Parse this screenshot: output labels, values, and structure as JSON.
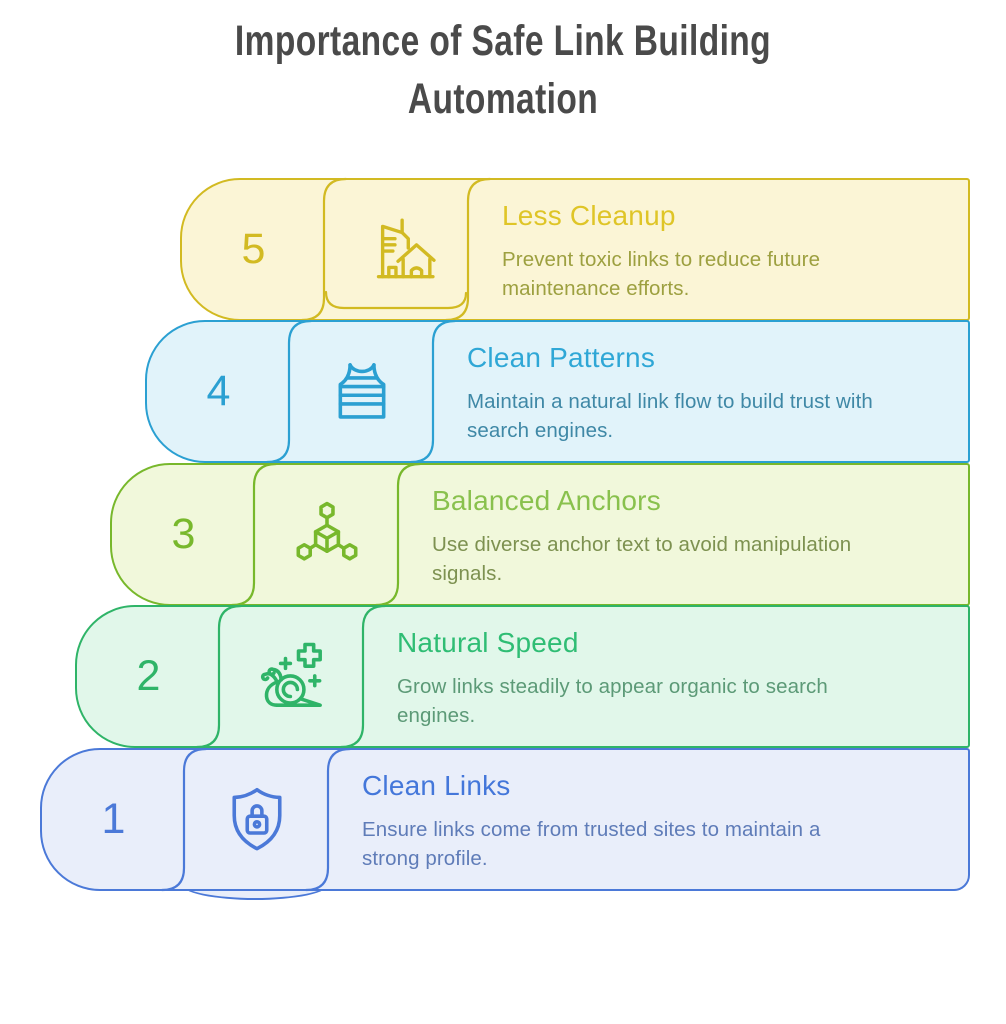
{
  "title": "Importance of Safe Link Building\nAutomation",
  "title_color": "#4a4a4a",
  "rows": [
    {
      "number": "5",
      "title": "Less Cleanup",
      "description": "Prevent toxic links to reduce future\nmaintenance efforts.",
      "icon": "city-buildings-house-icon",
      "colors": {
        "accent": "#d2ba22",
        "fill": "#fbf5d6",
        "title": "#dfc527",
        "desc": "#9da040"
      }
    },
    {
      "number": "4",
      "title": "Clean Patterns",
      "description": "Maintain a natural link flow to build trust with\nsearch engines.",
      "icon": "vest-icon",
      "colors": {
        "accent": "#2ba0d2",
        "fill": "#e1f3fa",
        "title": "#2fa7d6",
        "desc": "#3f88a6"
      }
    },
    {
      "number": "3",
      "title": "Balanced Anchors",
      "description": "Use diverse anchor text to avoid manipulation\nsignals.",
      "icon": "molecule-nodes-icon",
      "colors": {
        "accent": "#78b82c",
        "fill": "#f1f8db",
        "title": "#89c14d",
        "desc": "#7d9150"
      }
    },
    {
      "number": "2",
      "title": "Natural Speed",
      "description": "Grow links steadily to appear organic to search\nengines.",
      "icon": "snail-growth-icon",
      "colors": {
        "accent": "#2fb468",
        "fill": "#e1f7ea",
        "title": "#2fbd74",
        "desc": "#5c9a77"
      }
    },
    {
      "number": "1",
      "title": "Clean Links",
      "description": "Ensure links come from trusted sites to maintain a\nstrong profile.",
      "icon": "shield-lock-icon",
      "colors": {
        "accent": "#4b79d8",
        "fill": "#e9eefa",
        "title": "#4477da",
        "desc": "#5f7cb8"
      }
    }
  ]
}
